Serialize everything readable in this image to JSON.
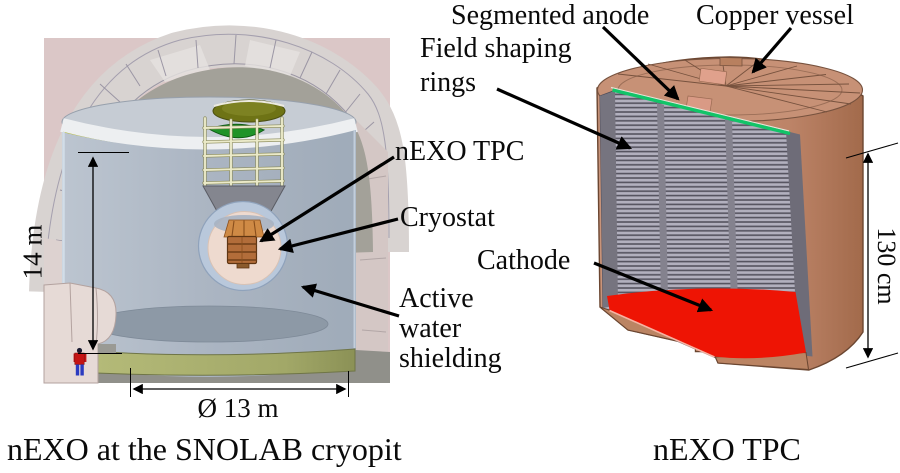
{
  "left_figure": {
    "caption": "nEXO at the SNOLAB cryopit",
    "labels": {
      "tpc": "nEXO TPC",
      "cryostat": "Cryostat",
      "shielding": "Active water shielding"
    },
    "dimensions": {
      "height": "14 m",
      "diameter": "Ø 13 m"
    }
  },
  "right_figure": {
    "caption": "nEXO TPC",
    "labels": {
      "anode": "Segmented anode",
      "vessel": "Copper vessel",
      "rings": "Field shaping rings",
      "cathode": "Cathode"
    },
    "dimensions": {
      "height": "130 cm"
    }
  },
  "colors": {
    "copper_vessel": "#c08a6e",
    "anode_green": "#12c468",
    "cathode_red": "#ee1404",
    "water_tank_blue": "#aab4c1",
    "cavern_pink": "#dbc7c7",
    "field_rings_gray": "#b2b0be"
  }
}
